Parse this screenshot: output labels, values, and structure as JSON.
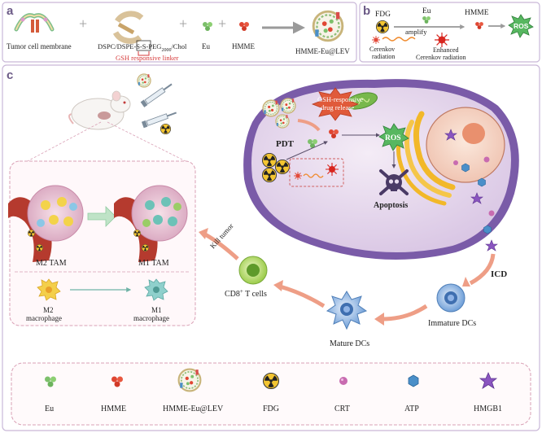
{
  "panels": {
    "a": {
      "letter": "a",
      "labels": {
        "tumor_membrane": "Tumor cell membrane",
        "lipids_pre": "DSPC/DSPE-",
        "lipids_ss": "S-S",
        "lipids_peg": "-PEG",
        "lipids_sub": "2000",
        "lipids_post": "/Chol",
        "gsh_linker": "GSH responsive linker",
        "eu": "Eu",
        "hmme": "HMME",
        "product": "HMME-Eu@LEV"
      }
    },
    "b": {
      "letter": "b",
      "labels": {
        "fdg": "FDG",
        "eu": "Eu",
        "hmme": "HMME",
        "amplify": "amplify",
        "cerenkov_1": "Cerenkov",
        "cerenkov_2": "radiation",
        "enhanced_1": "Enhanced",
        "enhanced_2": "Cerenkov radiation",
        "ros": "ROS"
      }
    },
    "c": {
      "letter": "c",
      "labels": {
        "gsh_release_1": "GSH-responsive",
        "gsh_release_2": "drug release",
        "pdt": "PDT",
        "ros": "ROS",
        "apoptosis": "Apoptosis",
        "m2_tam": "M2 TAM",
        "m1_tam": "M1 TAM",
        "m2_mac_1": "M2",
        "m2_mac_2": "macrophage",
        "m1_mac_1": "M1",
        "m1_mac_2": "macrophage",
        "kill_tumor": "Kill tumor",
        "cd8": "CD8",
        "cd8_sup": "+",
        "cd8_post": " T cells",
        "icd": "ICD",
        "immature_dcs": "Immature DCs",
        "mature_dcs": "Mature DCs"
      }
    }
  },
  "legend": [
    {
      "id": "eu",
      "label": "Eu",
      "icon": "eu-cluster-icon"
    },
    {
      "id": "hmme",
      "label": "HMME",
      "icon": "hmme-cluster-icon"
    },
    {
      "id": "lev",
      "label": "HMME-Eu@LEV",
      "icon": "vesicle-icon"
    },
    {
      "id": "fdg",
      "label": "FDG",
      "icon": "radiation-icon"
    },
    {
      "id": "crt",
      "label": "CRT",
      "icon": "crt-sphere-icon"
    },
    {
      "id": "atp",
      "label": "ATP",
      "icon": "atp-hexagon-icon"
    },
    {
      "id": "hmgb1",
      "label": "HMGB1",
      "icon": "hmgb1-star-icon"
    }
  ],
  "colors": {
    "panel_border": "#c9b8d8",
    "cell_purple": "#7a5ba8",
    "cytoplasm": "#e9ddef",
    "nucleus": "#f4d6c8",
    "er_gold": "#f2b829",
    "ros_green": "#4cae5a",
    "hmme_red": "#e04632",
    "eu_green": "#7dc06b",
    "crt_pink": "#c86bb0",
    "atp_blue": "#4a8fc9",
    "hmgb1_purple": "#8a55c0",
    "dashed_red": "#d06060"
  }
}
